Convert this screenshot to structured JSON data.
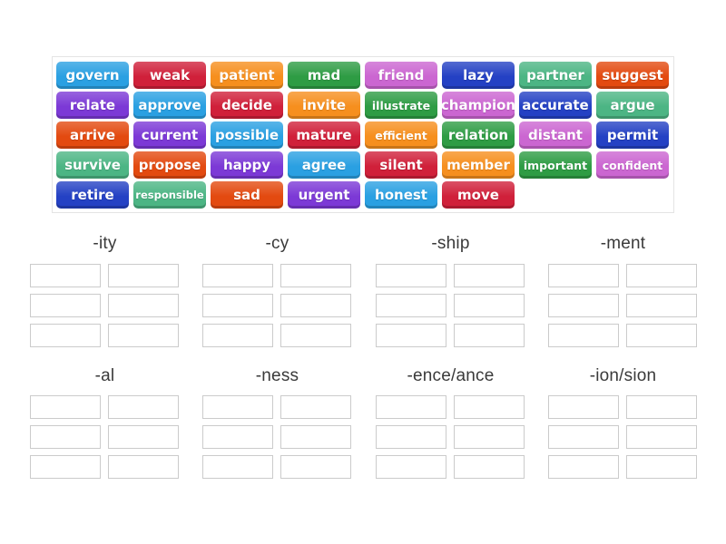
{
  "activity": {
    "type_label": "group-sort",
    "word_bank": {
      "tiles": [
        {
          "label": "govern",
          "color": "blue"
        },
        {
          "label": "weak",
          "color": "red"
        },
        {
          "label": "patient",
          "color": "orange"
        },
        {
          "label": "mad",
          "color": "green"
        },
        {
          "label": "friend",
          "color": "orchid"
        },
        {
          "label": "lazy",
          "color": "royal"
        },
        {
          "label": "partner",
          "color": "seagreen"
        },
        {
          "label": "suggest",
          "color": "vermilion"
        },
        {
          "label": "relate",
          "color": "purple"
        },
        {
          "label": "approve",
          "color": "blue"
        },
        {
          "label": "decide",
          "color": "red"
        },
        {
          "label": "invite",
          "color": "orange"
        },
        {
          "label": "illustrate",
          "color": "green"
        },
        {
          "label": "champion",
          "color": "orchid"
        },
        {
          "label": "accurate",
          "color": "royal"
        },
        {
          "label": "argue",
          "color": "seagreen"
        },
        {
          "label": "arrive",
          "color": "vermilion"
        },
        {
          "label": "current",
          "color": "purple"
        },
        {
          "label": "possible",
          "color": "blue"
        },
        {
          "label": "mature",
          "color": "red"
        },
        {
          "label": "efficient",
          "color": "orange"
        },
        {
          "label": "relation",
          "color": "green"
        },
        {
          "label": "distant",
          "color": "orchid"
        },
        {
          "label": "permit",
          "color": "royal"
        },
        {
          "label": "survive",
          "color": "seagreen"
        },
        {
          "label": "propose",
          "color": "vermilion"
        },
        {
          "label": "happy",
          "color": "purple"
        },
        {
          "label": "agree",
          "color": "blue"
        },
        {
          "label": "silent",
          "color": "red"
        },
        {
          "label": "member",
          "color": "orange"
        },
        {
          "label": "important",
          "color": "green"
        },
        {
          "label": "confident",
          "color": "orchid"
        },
        {
          "label": "retire",
          "color": "royal"
        },
        {
          "label": "responsible",
          "color": "seagreen"
        },
        {
          "label": "sad",
          "color": "vermilion"
        },
        {
          "label": "urgent",
          "color": "purple"
        },
        {
          "label": "honest",
          "color": "blue"
        },
        {
          "label": "move",
          "color": "red"
        }
      ]
    },
    "palette": {
      "blue": "#2aa0e2",
      "red": "#d0203a",
      "orange": "#f68f1e",
      "green": "#2e9c44",
      "orchid": "#cb66d1",
      "royal": "#2441c4",
      "seagreen": "#4cb584",
      "vermilion": "#e34a10",
      "purple": "#7c39d6"
    },
    "groups": {
      "top": [
        {
          "label": "-ity",
          "slot_count": 6
        },
        {
          "label": "-cy",
          "slot_count": 6
        },
        {
          "label": "-ship",
          "slot_count": 6
        },
        {
          "label": "-ment",
          "slot_count": 6
        }
      ],
      "bottom": [
        {
          "label": "-al",
          "slot_count": 6
        },
        {
          "label": "-ness",
          "slot_count": 6
        },
        {
          "label": "-ence/ance",
          "slot_count": 6
        },
        {
          "label": "-ion/sion",
          "slot_count": 6
        }
      ]
    }
  }
}
